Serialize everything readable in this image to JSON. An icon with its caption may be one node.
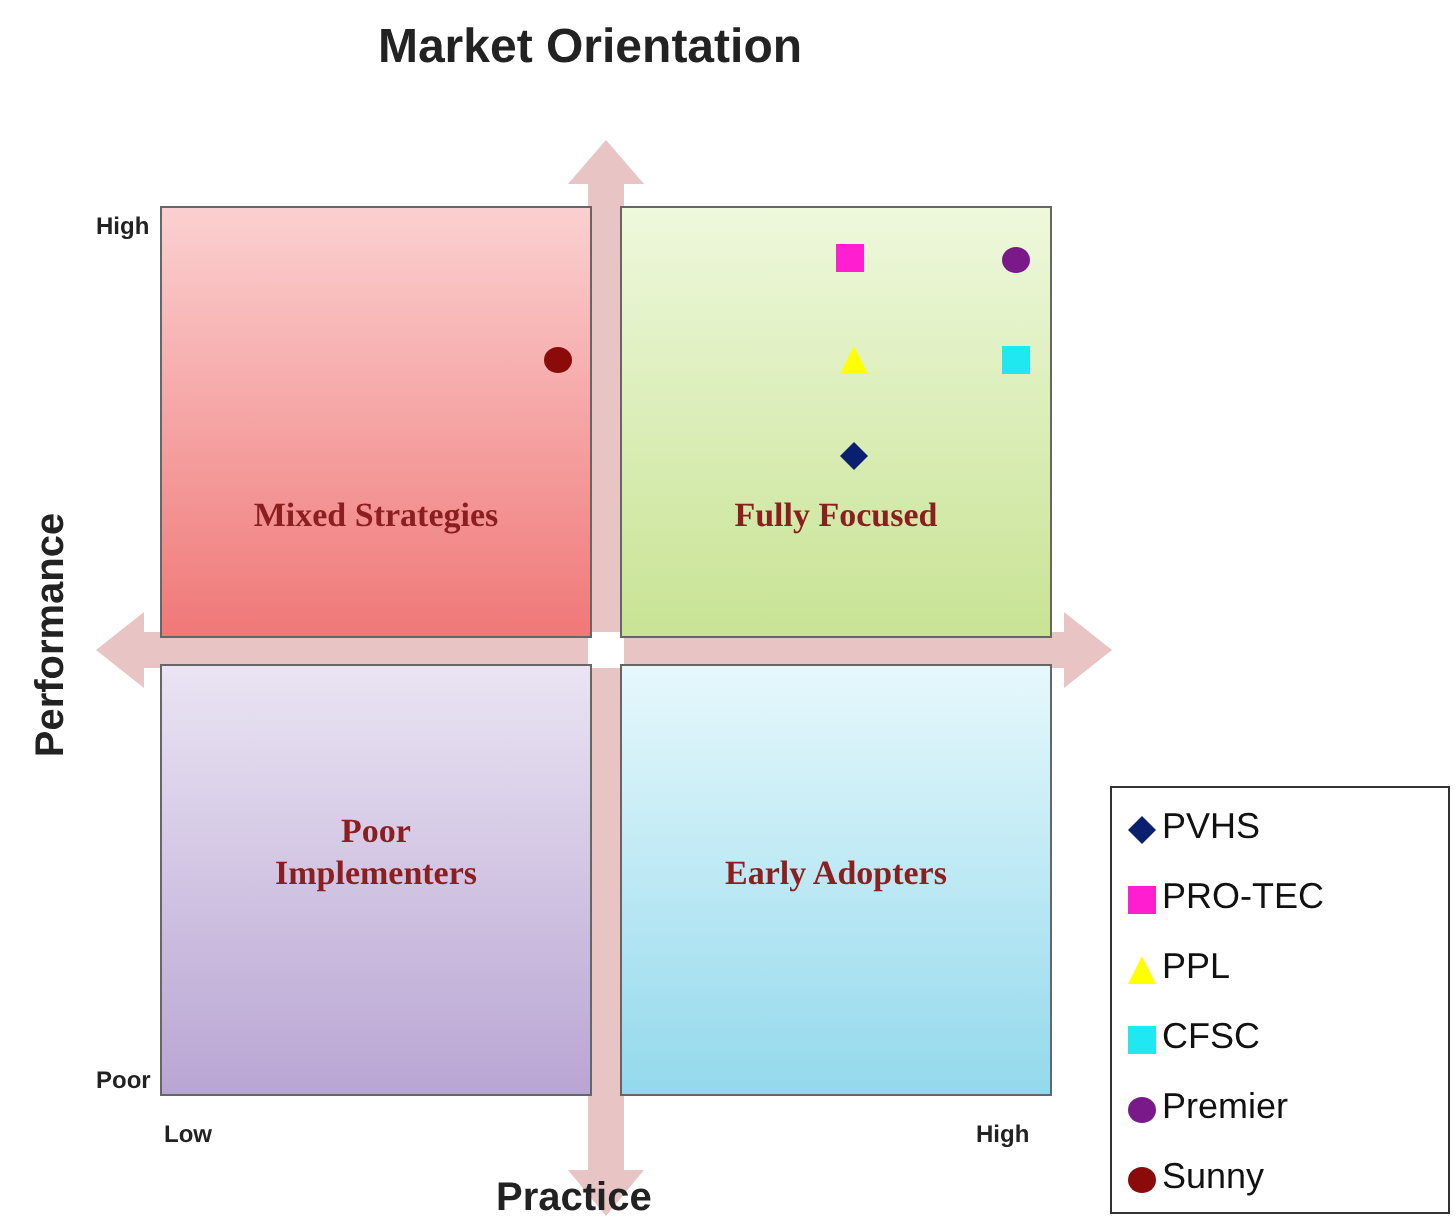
{
  "diagram": {
    "title": "Market Orientation",
    "nodes": [
      {
        "text": [
          "Mixed Strategies"
        ]
      },
      {
        "text": [
          "Fully Focused"
        ]
      },
      {
        "text": [
          "Poor Implementers"
        ]
      },
      {
        "text": [
          "Early Adopters"
        ]
      }
    ],
    "edges": [],
    "labels": [
      "High",
      "Performance",
      "Poor",
      "Low",
      "High",
      "Practice"
    ],
    "legend": [
      {
        "text": "PVHS"
      },
      {
        "text": "PRO-TEC"
      },
      {
        "text": "PPL"
      },
      {
        "text": "CFSC"
      },
      {
        "text": "Premier"
      },
      {
        "text": "Sunny"
      }
    ]
  }
}
